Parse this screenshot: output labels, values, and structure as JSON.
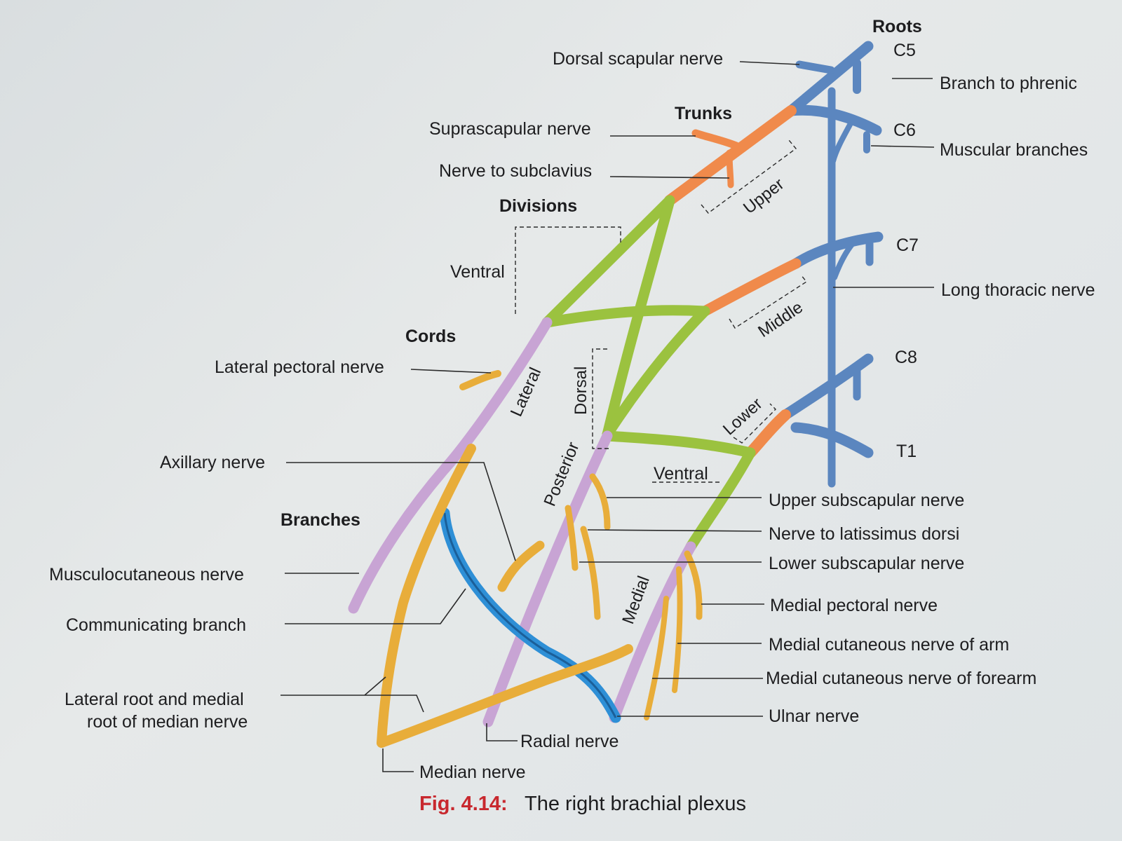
{
  "headers": {
    "roots": "Roots",
    "trunks": "Trunks",
    "divisions": "Divisions",
    "cords": "Cords",
    "branches": "Branches"
  },
  "roots": {
    "c5": "C5",
    "c6": "C6",
    "c7": "C7",
    "c8": "C8",
    "t1": "T1"
  },
  "trunk_labels": {
    "upper": "Upper",
    "middle": "Middle",
    "lower": "Lower"
  },
  "division_labels": {
    "ventral_top": "Ventral",
    "dorsal": "Dorsal",
    "ventral_bottom": "Ventral"
  },
  "cord_labels": {
    "lateral": "Lateral",
    "posterior": "Posterior",
    "medial": "Medial"
  },
  "right_labels": {
    "branch_to_phrenic": "Branch to phrenic",
    "muscular_branches": "Muscular branches",
    "long_thoracic": "Long thoracic nerve",
    "upper_subscapular": "Upper subscapular nerve",
    "latissimus": "Nerve to latissimus dorsi",
    "lower_subscapular": "Lower subscapular nerve",
    "medial_pectoral": "Medial pectoral nerve",
    "med_cut_arm": "Medial cutaneous nerve of arm",
    "med_cut_forearm": "Medial cutaneous nerve of forearm",
    "ulnar": "Ulnar nerve"
  },
  "left_labels": {
    "dorsal_scapular": "Dorsal scapular nerve",
    "suprascapular": "Suprascapular nerve",
    "subclavius": "Nerve to subclavius",
    "lateral_pectoral": "Lateral pectoral nerve",
    "axillary": "Axillary nerve",
    "musculocutaneous": "Musculocutaneous nerve",
    "communicating": "Communicating branch",
    "median_roots_1": "Lateral root and medial",
    "median_roots_2": "root of median nerve",
    "radial": "Radial nerve",
    "median": "Median nerve"
  },
  "caption": {
    "fig": "Fig. 4.14:",
    "text": "The right brachial plexus"
  },
  "colors": {
    "root": "#5b86bf",
    "trunk": "#f08a4b",
    "division": "#9bc23f",
    "cord": "#c8a4d4",
    "branch": "#e8ad3a",
    "communicating": "#2e8fd6",
    "caption_fig": "#c8282e"
  }
}
